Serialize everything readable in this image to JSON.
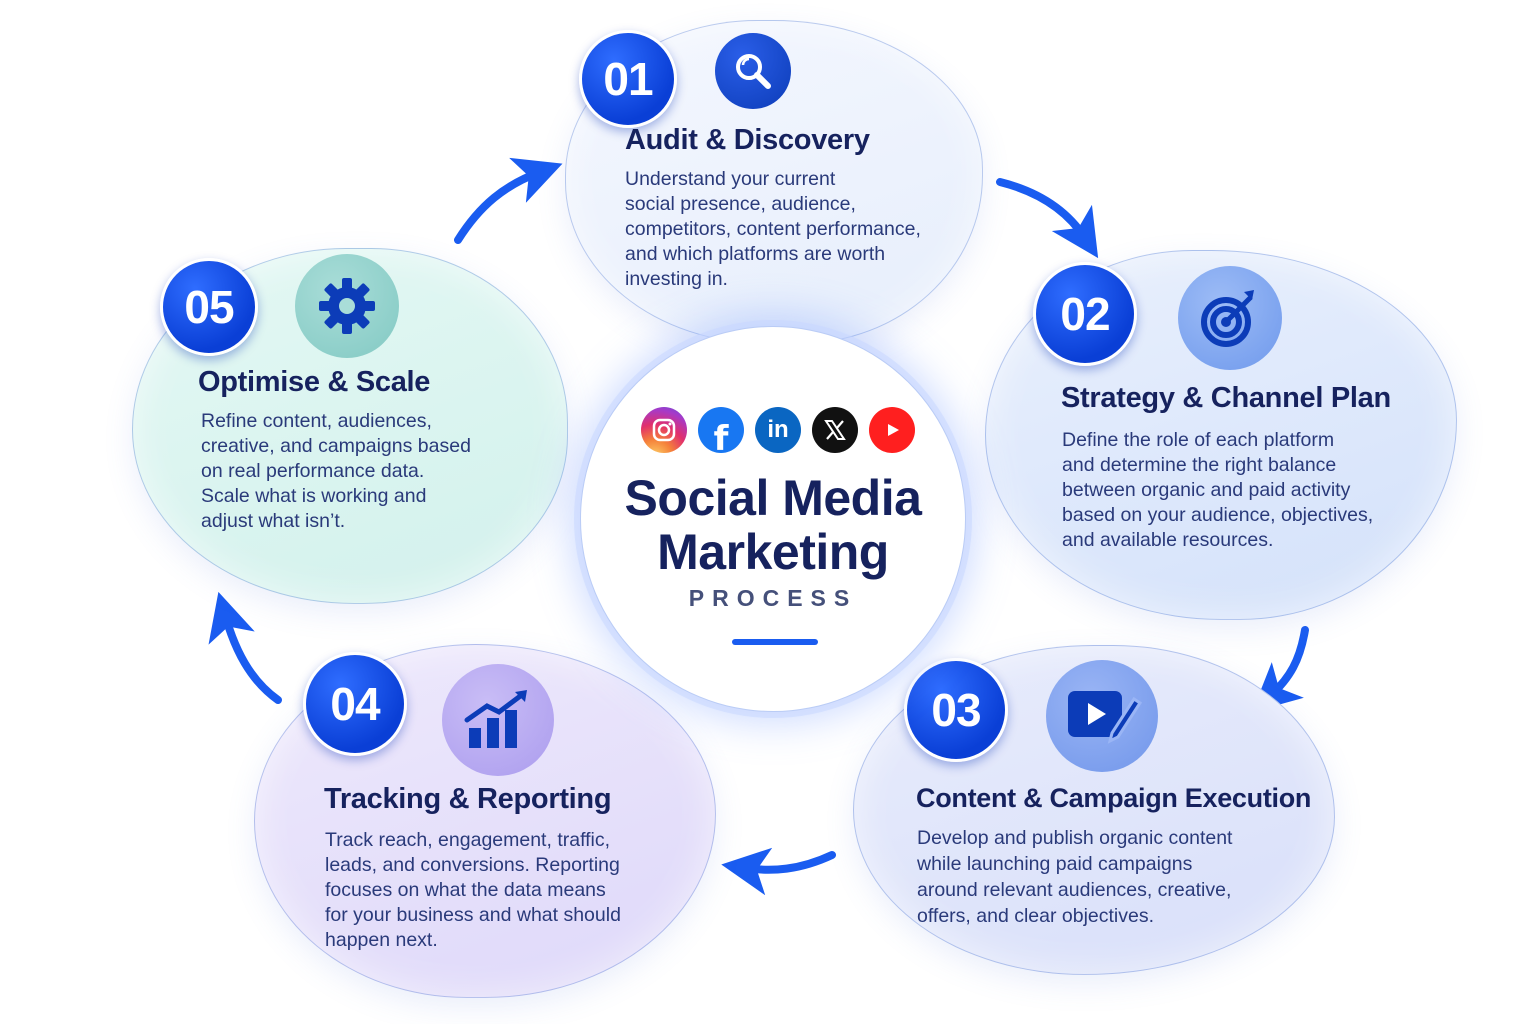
{
  "center": {
    "title_line1": "Social Media",
    "title_line2": "Marketing",
    "subtitle": "PROCESS",
    "social_icons": [
      "instagram-icon",
      "facebook-icon",
      "linkedin-icon",
      "x-icon",
      "youtube-icon"
    ]
  },
  "steps": [
    {
      "number": "01",
      "title": "Audit & Discovery",
      "icon": "magnifier-icon",
      "description": [
        "Understand your current",
        "social presence, audience,",
        "competitors, content performance,",
        "and which platforms are worth",
        "investing in."
      ]
    },
    {
      "number": "02",
      "title": "Strategy & Channel Plan",
      "icon": "target-icon",
      "description": [
        "Define the role of each platform",
        "and determine the right balance",
        "between organic and paid activity",
        "based on your audience, objectives,",
        "and available resources."
      ]
    },
    {
      "number": "03",
      "title": "Content & Campaign Execution",
      "icon": "video-edit-icon",
      "description": [
        "Develop and publish organic content",
        "while launching paid campaigns",
        "around relevant audiences, creative,",
        "offers, and clear objectives."
      ]
    },
    {
      "number": "04",
      "title": "Tracking & Reporting",
      "icon": "growth-chart-icon",
      "description": [
        "Track reach, engagement, traffic,",
        "leads, and conversions. Reporting",
        "focuses on what the data means",
        "for your business and what should",
        "happen next."
      ]
    },
    {
      "number": "05",
      "title": "Optimise & Scale",
      "icon": "gear-icon",
      "description": [
        "Refine content, audiences,",
        "creative, and campaigns based",
        "on real performance data.",
        "Scale what is working and",
        "adjust what isn’t."
      ]
    }
  ],
  "colors": {
    "accent": "#0a3fd6",
    "title": "#16225e",
    "step1_bg": "#eef3fd",
    "step2_bg": "#dde8fb",
    "step3_bg": "#e2e6fa",
    "step4_bg": "#ebe6fb",
    "step5_bg": "#dcf5f1"
  }
}
